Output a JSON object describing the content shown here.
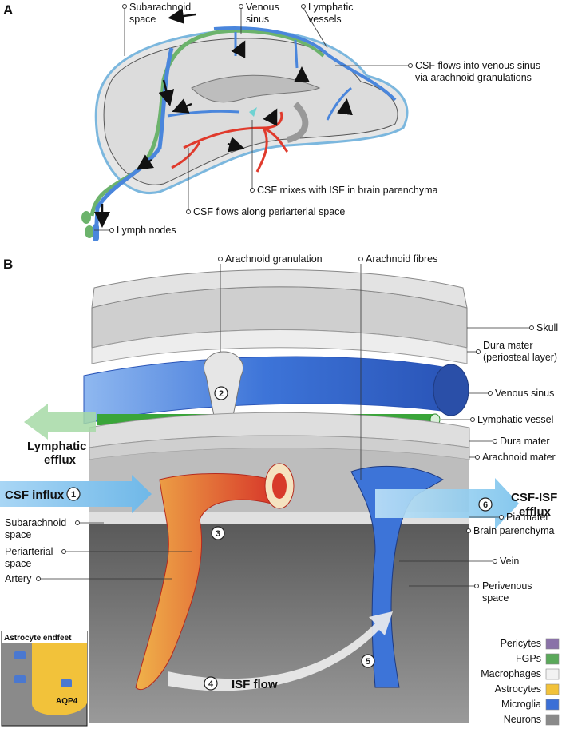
{
  "panel_a": {
    "letter": "A",
    "labels": {
      "subarachnoid_space_1": "Subarachnoid",
      "subarachnoid_space_2": "space",
      "venous_sinus_1": "Venous",
      "venous_sinus_2": "sinus",
      "lymphatic_vessels_1": "Lymphatic",
      "lymphatic_vessels_2": "vessels",
      "csf_to_sinus_1": "CSF flows into venous sinus",
      "csf_to_sinus_2": "via arachnoid granulations",
      "csf_mixes": "CSF mixes with ISF in brain parenchyma",
      "csf_periarterial": "CSF flows along periarterial space",
      "lymph_nodes": "Lymph nodes"
    }
  },
  "panel_b": {
    "letter": "B",
    "top_labels": {
      "arachnoid_granulation": "Arachnoid granulation",
      "arachnoid_fibres": "Arachnoid fibres"
    },
    "right_labels": {
      "skull": "Skull",
      "dura_periosteal_1": "Dura mater",
      "dura_periosteal_2": "(periosteal layer)",
      "venous_sinus": "Venous sinus",
      "lymphatic_vessel": "Lymphatic vessel",
      "dura_mater": "Dura mater",
      "arachnoid_mater": "Arachnoid mater",
      "pia_mater": "Pia mater",
      "brain_parenchyma": "Brain parenchyma",
      "vein": "Vein",
      "perivenous_1": "Perivenous",
      "perivenous_2": "space"
    },
    "left_labels": {
      "lymphatic_efflux_1": "Lymphatic",
      "lymphatic_efflux_2": "efflux",
      "csf_influx": "CSF influx",
      "subarachnoid_1": "Subarachnoid",
      "subarachnoid_2": "space",
      "periarterial_1": "Periarterial",
      "periarterial_2": "space",
      "artery": "Artery"
    },
    "flows": {
      "csf_isf_efflux_1": "CSF-ISF",
      "csf_isf_efflux_2": "efflux",
      "isf_flow": "ISF flow"
    },
    "steps": [
      "1",
      "2",
      "3",
      "4",
      "5",
      "6"
    ],
    "inset": {
      "title": "Astrocyte endfeet",
      "aqp4": "AQP4"
    },
    "legend": [
      {
        "label": "Pericytes",
        "color": "#8a72a8"
      },
      {
        "label": "FGPs",
        "color": "#5aa95a"
      },
      {
        "label": "Macrophages",
        "color": "#f2f2f2"
      },
      {
        "label": "Astrocytes",
        "color": "#f2c23a"
      },
      {
        "label": "Microglia",
        "color": "#3b6fd6"
      },
      {
        "label": "Neurons",
        "color": "#8a8a8a"
      }
    ]
  }
}
